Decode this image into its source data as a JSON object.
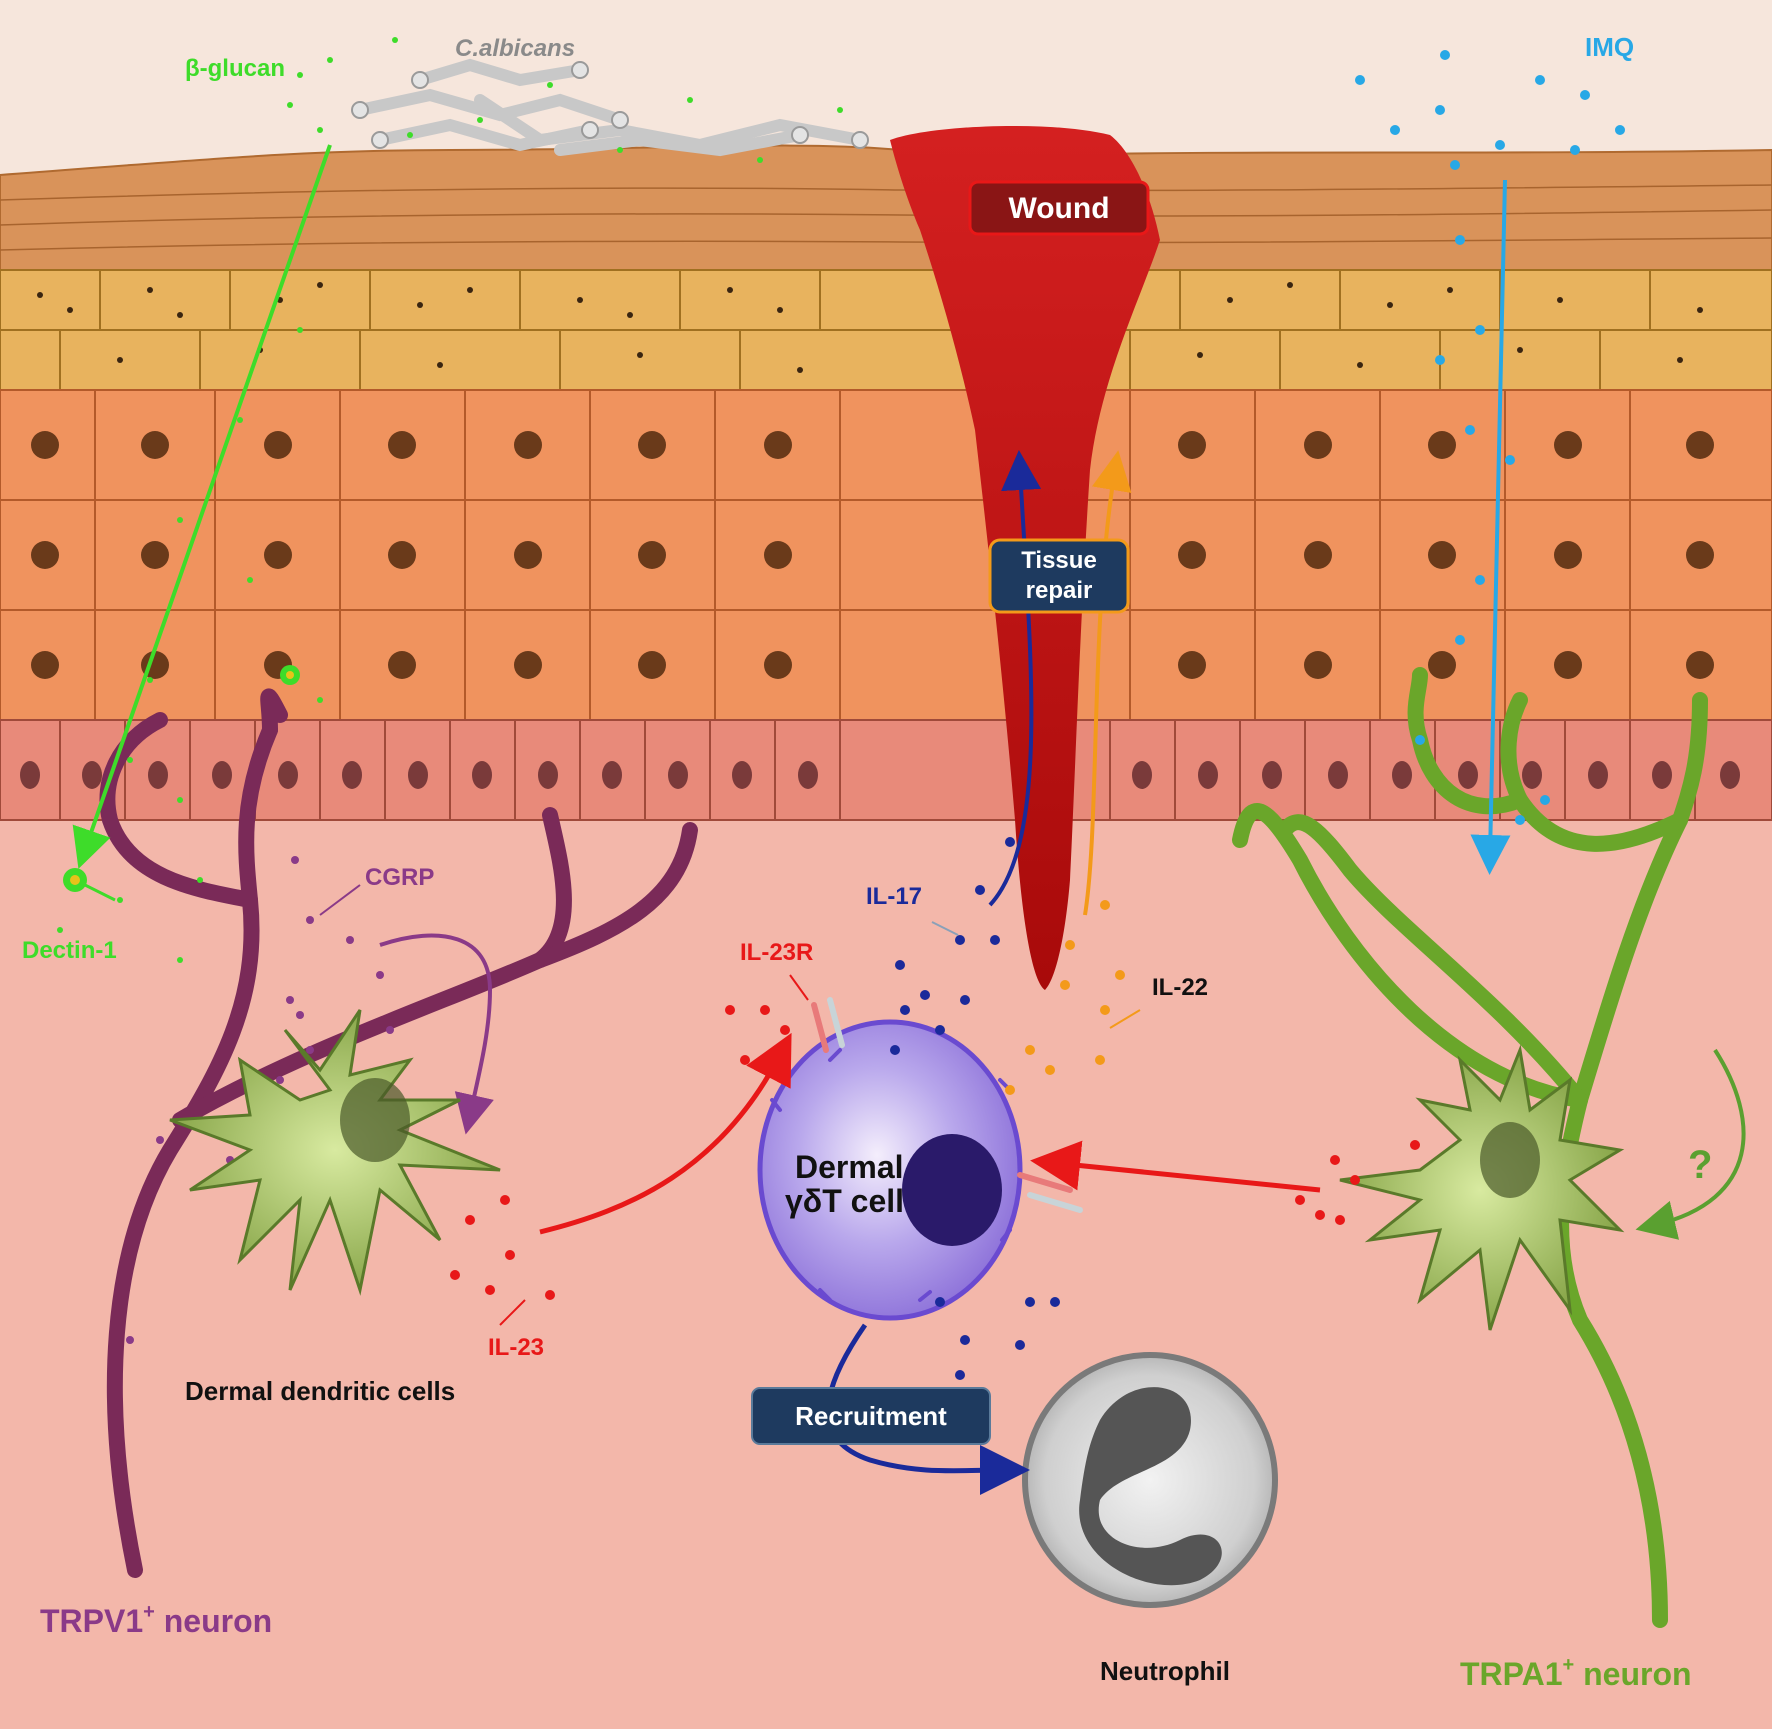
{
  "labels": {
    "beta_glucan": "β-glucan",
    "c_albicans": "C.albicans",
    "imq": "IMQ",
    "wound": "Wound",
    "tissue_repair_1": "Tissue",
    "tissue_repair_2": "repair",
    "cgrp": "CGRP",
    "dectin1": "Dectin-1",
    "il17": "IL-17",
    "il23r": "IL-23R",
    "il22": "IL-22",
    "il23": "IL-23",
    "dermal_gdt_1": "Dermal",
    "dermal_gdt_2": "γδT cell",
    "dermal_dendritic": "Dermal dendritic cells",
    "recruitment": "Recruitment",
    "neutrophil": "Neutrophil",
    "trpv1_neuron": "TRPV1",
    "trpv1_sup": "+",
    "trpv1_tail": " neuron",
    "trpa1_neuron": "TRPA1",
    "trpa1_sup": "+",
    "trpa1_tail": " neuron",
    "question": "?"
  },
  "colors": {
    "background_top": "#f6e6dc",
    "dermis": "#f3b7aa",
    "stratum_corneum": "#d9935a",
    "granular": "#e8b35e",
    "spinous": "#f0935e",
    "basal": "#e88a7a",
    "wound": "#c81010",
    "trpv1": "#7a2a58",
    "trpa1": "#6aa62a",
    "beta_glucan": "#3edc2a",
    "imq": "#28a8e6",
    "il17": "#1a2a9a",
    "il22": "#f39a1a",
    "il23": "#e81818",
    "cgrp": "#8a3a88",
    "label_box": "#1e3a5f"
  }
}
